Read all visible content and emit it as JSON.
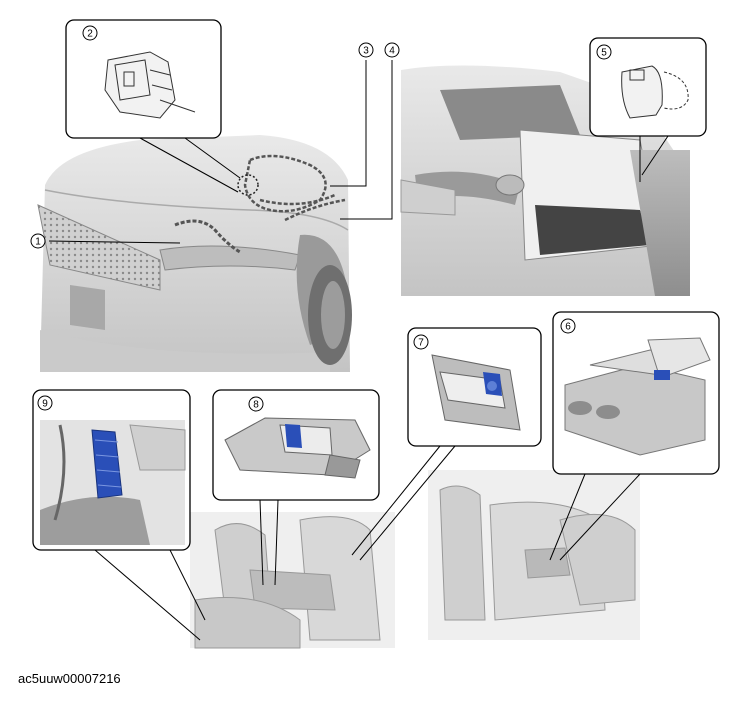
{
  "diagram": {
    "callouts": [
      {
        "id": "1",
        "label": "1"
      },
      {
        "id": "2",
        "label": "2"
      },
      {
        "id": "3",
        "label": "3"
      },
      {
        "id": "4",
        "label": "4"
      },
      {
        "id": "5",
        "label": "5"
      },
      {
        "id": "6",
        "label": "6"
      },
      {
        "id": "7",
        "label": "7"
      },
      {
        "id": "8",
        "label": "8"
      },
      {
        "id": "9",
        "label": "9"
      }
    ],
    "image_code": "ac5uuw00007216",
    "colors": {
      "line": "#000000",
      "panel_bg": "#ffffff",
      "car_body": "#dcdcdc",
      "car_shadow": "#b8b8b8",
      "highlight_part": "#2a4fb8"
    }
  }
}
